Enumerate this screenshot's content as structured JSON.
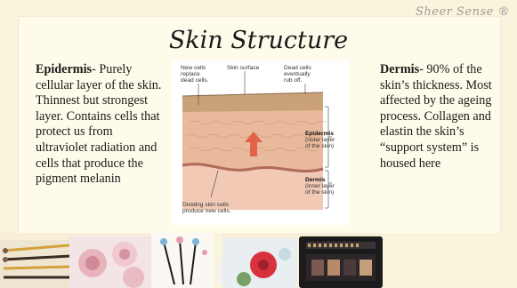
{
  "brand": {
    "logo_text": "Sheer Sense ®"
  },
  "title": "Skin Structure",
  "left_text": {
    "heading": "Epidermis",
    "body": "- Purely cellular layer of the skin. Thinnest but strongest layer. Contains cells that protect us from ultraviolet radiation and cells that produce the pigment melanin"
  },
  "right_text": {
    "heading": "Dermis",
    "body": "- 90% of the skin’s thickness. Most affected by the ageing process. Collagen and elastin the skin’s “support system” is housed here"
  },
  "diagram": {
    "labels": {
      "new_cells_1": "New cells",
      "new_cells_2": "replace",
      "new_cells_3": "dead cells.",
      "surface": "Skin surface",
      "dead_1": "Dead cells",
      "dead_2": "eventually",
      "dead_3": "rub off.",
      "epi_1": "Epidermis",
      "epi_2": "(outer layer",
      "epi_3": "of the skin)",
      "derm_1": "Dermis",
      "derm_2": "(inner layer",
      "derm_3": "of the skin)",
      "div_1": "Dividing skin cells",
      "div_2": "produce new cells."
    },
    "colors": {
      "top_layer": "#c9a27a",
      "epidermis": "#e8b99a",
      "basal": "#b06a5a",
      "dermis": "#f2c9b5",
      "arrow": "#e0523c"
    }
  }
}
